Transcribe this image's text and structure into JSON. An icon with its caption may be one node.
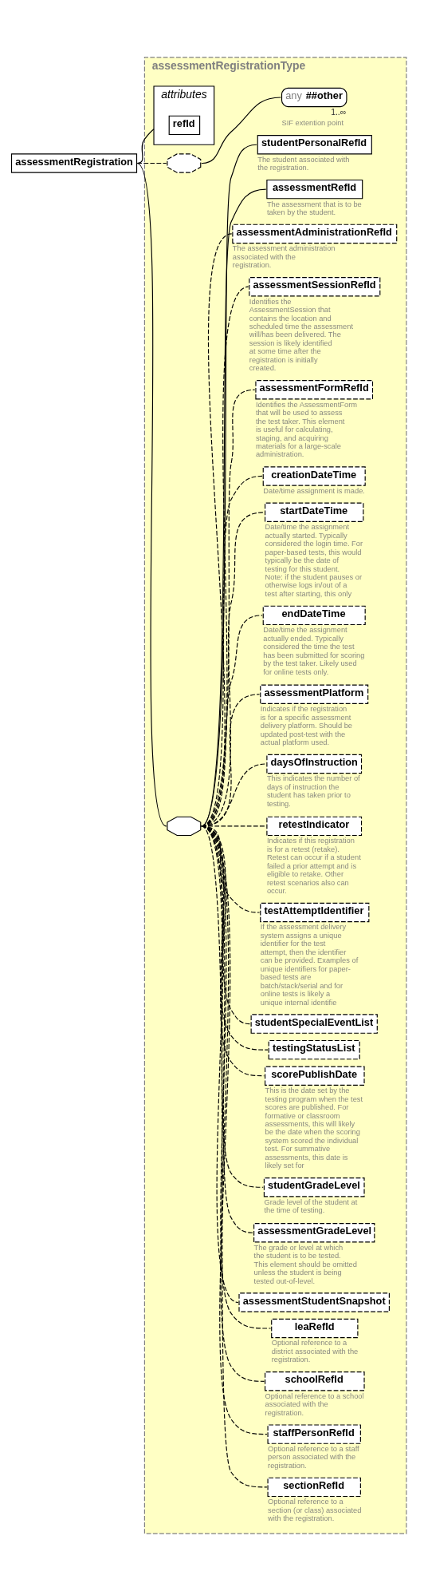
{
  "diagram": {
    "nodes": [
      {
        "text": [
          "assessmentRegistration"
        ]
      },
      {
        "text": [
          "assessmentRegistrationType"
        ]
      },
      {
        "text": [
          "attributes"
        ],
        "in": 1
      },
      {
        "text": [
          "refId"
        ],
        "in": 2
      },
      {
        "text": [],
        "shape": "octagon",
        "in": 1
      },
      {
        "text": [
          "any",
          "##other"
        ],
        "beside": [
          "1..∞",
          "SIF extention point"
        ],
        "in": 1
      },
      {
        "text": [],
        "shape": "octagon",
        "in": 1
      },
      {
        "text": [
          "studentPersonalRefId"
        ],
        "beside": [
          "The student associated with the registration."
        ],
        "in": 1
      },
      {
        "text": [
          "assessmentRefId"
        ],
        "beside": [
          "The assessment that is to be taken by the student."
        ],
        "in": 1
      },
      {
        "text": [
          "assessmentAdministrationRefId"
        ],
        "beside": [
          "The assessment administration associated with the registration."
        ],
        "in": 1
      },
      {
        "text": [
          "assessmentSessionRefId"
        ],
        "beside": [
          "Identifies the AssessmentSession that contains the location and scheduled time the assessment will/has been delivered. The session is likely identified at some time after the registration is initially created."
        ],
        "in": 1
      },
      {
        "text": [
          "assessmentFormRefId"
        ],
        "beside": [
          "Identifies the AssessmentForm that will be used to assess the test taker. This element is useful for calculating, staging, and acquiring materials for a large-scale administration."
        ],
        "in": 1
      },
      {
        "text": [
          "creationDateTime"
        ],
        "beside": [
          "Date/time assignment is made."
        ],
        "in": 1
      },
      {
        "text": [
          "startDateTime"
        ],
        "beside": [
          "Date/time the assignment actually started. Typically considered the login time. For paper-based tests, this would typically be the date of testing for this student. Note: if the student pauses or otherwise logs in/out of a test after starting, this only"
        ],
        "in": 1
      },
      {
        "text": [
          "endDateTime"
        ],
        "beside": [
          "Date/time the assignment actually ended. Typically considered the time the test has been submitted for scoring by the test taker. Likely used for online tests only."
        ],
        "in": 1
      },
      {
        "text": [
          "assessmentPlatform"
        ],
        "beside": [
          "Indicates if the registration is for a specific assessment delivery platform. Should be updated post-test with the actual platform used."
        ],
        "in": 1
      },
      {
        "text": [
          "daysOfInstruction"
        ],
        "beside": [
          "This indicates the number of days of instruction the student has taken prior to testing."
        ],
        "in": 1
      },
      {
        "text": [
          "retestIndicator"
        ],
        "beside": [
          "Indicates if this registration is for a retest (retake). Retest can occur if a student failed a prior attempt and is eligible to retake. Other retest scenarios also can occur."
        ],
        "in": 1
      },
      {
        "text": [
          "testAttemptIdentifier"
        ],
        "beside": [
          "If the assessment delivery system assigns a unique identifier for the test attempt, then the identifier can be provided. Examples of unique identifiers for paper-based tests are batch/stack/serial and for online tests is likely a unique internal identifie"
        ],
        "in": 1
      },
      {
        "text": [
          "studentSpecialEventList"
        ],
        "in": 1
      },
      {
        "text": [
          "testingStatusList"
        ],
        "in": 1
      },
      {
        "text": [
          "scorePublishDate"
        ],
        "beside": [
          "This is the date set by the testing program when the test scores are published. For formative or classroom assessments, this will likely be the date when the scoring system scored the individual test. For summative assessments, this date is likely set for"
        ],
        "in": 1
      },
      {
        "text": [
          "studentGradeLevel"
        ],
        "beside": [
          "Grade level of the student at the time of testing."
        ],
        "in": 1
      },
      {
        "text": [
          "assessmentGradeLevel"
        ],
        "beside": [
          "The grade or level at which the student is to be tested. This element should be omitted unless the student is being tested out-of-level."
        ],
        "in": 1
      },
      {
        "text": [
          "assessmentStudentSnapshot"
        ],
        "in": 1
      },
      {
        "text": [
          "leaRefId"
        ],
        "beside": [
          "Optional reference to a district associated with the registration."
        ],
        "in": 1
      },
      {
        "text": [
          "schoolRefId"
        ],
        "beside": [
          "Optional reference to a school associated with the registration."
        ],
        "in": 1
      },
      {
        "text": [
          "staffPersonRefId"
        ],
        "beside": [
          "Optional reference to a staff person associated with the registration."
        ],
        "in": 1
      },
      {
        "text": [
          "sectionRefId"
        ],
        "beside": [
          "Optional reference to a section (or class) associated with the registration."
        ],
        "in": 1
      }
    ],
    "edges": [
      {
        "from": 0,
        "to": 2,
        "arrow": "none"
      },
      {
        "from": 0,
        "to": 4,
        "arrow": "none",
        "style": "dashed"
      },
      {
        "from": 0,
        "to": 6,
        "arrow": "none"
      },
      {
        "from": 4,
        "to": 5,
        "arrow": "none"
      },
      {
        "from": 6,
        "to": 7,
        "arrow": "none"
      },
      {
        "from": 6,
        "to": 8,
        "arrow": "none"
      },
      {
        "from": 6,
        "to": 9,
        "arrow": "none",
        "style": "dashed"
      },
      {
        "from": 6,
        "to": 10,
        "arrow": "none",
        "style": "dashed"
      },
      {
        "from": 6,
        "to": 11,
        "arrow": "none",
        "style": "dashed"
      },
      {
        "from": 6,
        "to": 12,
        "arrow": "none",
        "style": "dashed"
      },
      {
        "from": 6,
        "to": 13,
        "arrow": "none",
        "style": "dashed"
      },
      {
        "from": 6,
        "to": 14,
        "arrow": "none",
        "style": "dashed"
      },
      {
        "from": 6,
        "to": 15,
        "arrow": "none",
        "style": "dashed"
      },
      {
        "from": 6,
        "to": 16,
        "arrow": "none",
        "style": "dashed"
      },
      {
        "from": 6,
        "to": 17,
        "arrow": "none",
        "style": "dashed"
      },
      {
        "from": 6,
        "to": 18,
        "arrow": "none",
        "style": "dashed"
      },
      {
        "from": 6,
        "to": 19,
        "arrow": "none",
        "style": "dashed"
      },
      {
        "from": 6,
        "to": 20,
        "arrow": "none",
        "style": "dashed"
      },
      {
        "from": 6,
        "to": 21,
        "arrow": "none",
        "style": "dashed"
      },
      {
        "from": 6,
        "to": 22,
        "arrow": "none",
        "style": "dashed"
      },
      {
        "from": 6,
        "to": 23,
        "arrow": "none",
        "style": "dashed"
      },
      {
        "from": 6,
        "to": 24,
        "arrow": "none",
        "style": "dashed"
      },
      {
        "from": 6,
        "to": 25,
        "arrow": "none",
        "style": "dashed"
      },
      {
        "from": 6,
        "to": 26,
        "arrow": "none",
        "style": "dashed"
      },
      {
        "from": 6,
        "to": 27,
        "arrow": "none",
        "style": "dashed"
      },
      {
        "from": 6,
        "to": 28,
        "arrow": "none",
        "style": "dashed"
      }
    ]
  }
}
